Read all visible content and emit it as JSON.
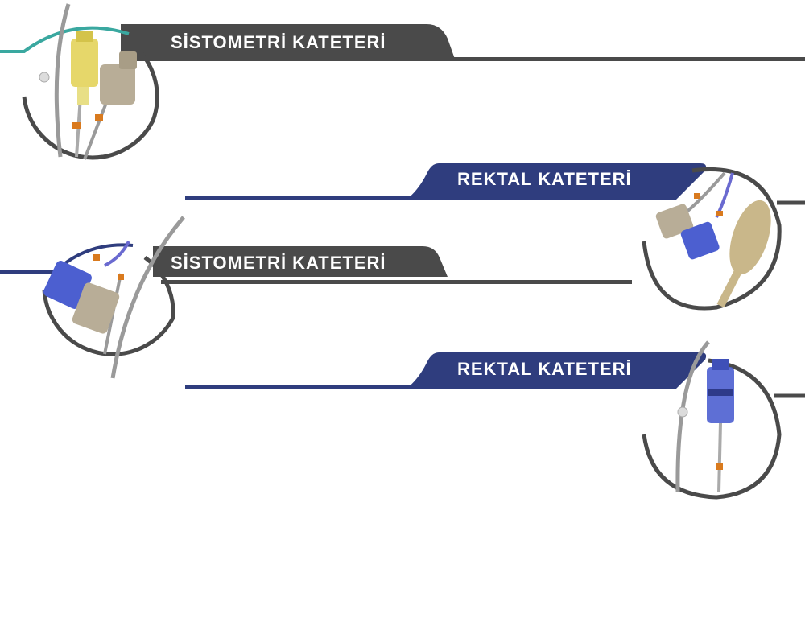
{
  "sections": [
    {
      "title": "SİSTOMETRİ KATETERİ",
      "color": "#4a4a4a"
    },
    {
      "title": "REKTAL KATETERİ",
      "color": "#2f3d7e"
    },
    {
      "title": "SİSTOMETRİ KATETERİ",
      "color": "#4a4a4a"
    },
    {
      "title": "REKTAL KATETERİ",
      "color": "#2f3d7e"
    }
  ],
  "colors": {
    "gray_band": "#4a4a4a",
    "blue_band": "#2f3d7e",
    "teal_accent": "#3aa8a0",
    "yellow_connector": "#e3d35a",
    "beige_connector": "#b8ad97",
    "blue_connector": "#4c5fd0",
    "balloon": "#c9b78a",
    "marker_orange": "#d97a1e"
  },
  "icons": [
    "catheter-yellow-beige-icon",
    "catheter-beige-blue-balloon-icon",
    "catheter-blue-beige-icon",
    "catheter-blue-connector-icon"
  ]
}
